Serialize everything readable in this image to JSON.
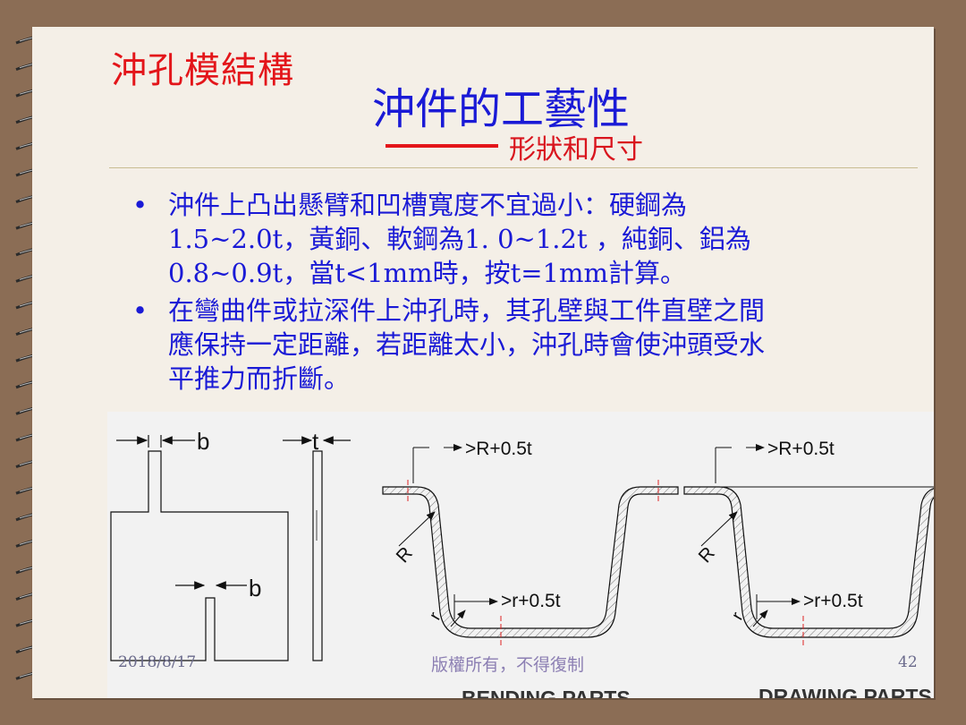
{
  "slide": {
    "section_title": "沖孔模結構",
    "main_title": "沖件的工藝性",
    "subtitle": "形狀和尺寸"
  },
  "bullets": [
    {
      "marker": "•",
      "lines": [
        "沖件上凸出懸臂和凹槽寬度不宜過小：硬鋼為",
        "1.5~2.0t，黃銅、軟鋼為1. 0~1.2t ，純銅、鋁為",
        "0.8~0.9t，當t<1mm時，按t=1mm計算。"
      ]
    },
    {
      "marker": "•",
      "lines": [
        "在彎曲件或拉深件上沖孔時，其孔壁與工件直壁之間",
        "應保持一定距離，若距離太小，沖孔時會使沖頭受水",
        "平推力而折斷。"
      ]
    }
  ],
  "figure": {
    "label_b_top": "b",
    "label_t": "t",
    "label_b_bottom": "b",
    "bending_label_R_dist": ">R+0.5t",
    "bending_label_r_dist": ">r+0.5t",
    "bending_label_R": "R",
    "bending_label_r": "r",
    "bending_caption": "BENDING PARTS",
    "drawing_label_R_dist": ">R+0.5t",
    "drawing_label_r_dist": ">r+0.5t",
    "drawing_label_R": "R",
    "drawing_label_r": "r",
    "drawing_caption": "DRAWING PARTS"
  },
  "footer": {
    "date": "2018/8/17",
    "copyright": "版權所有，不得復制",
    "page_number": "42"
  },
  "colors": {
    "background": "#8b6d55",
    "slide": "#f4efe7",
    "title_red": "#e3151a",
    "body_blue": "#1a1ad6"
  }
}
